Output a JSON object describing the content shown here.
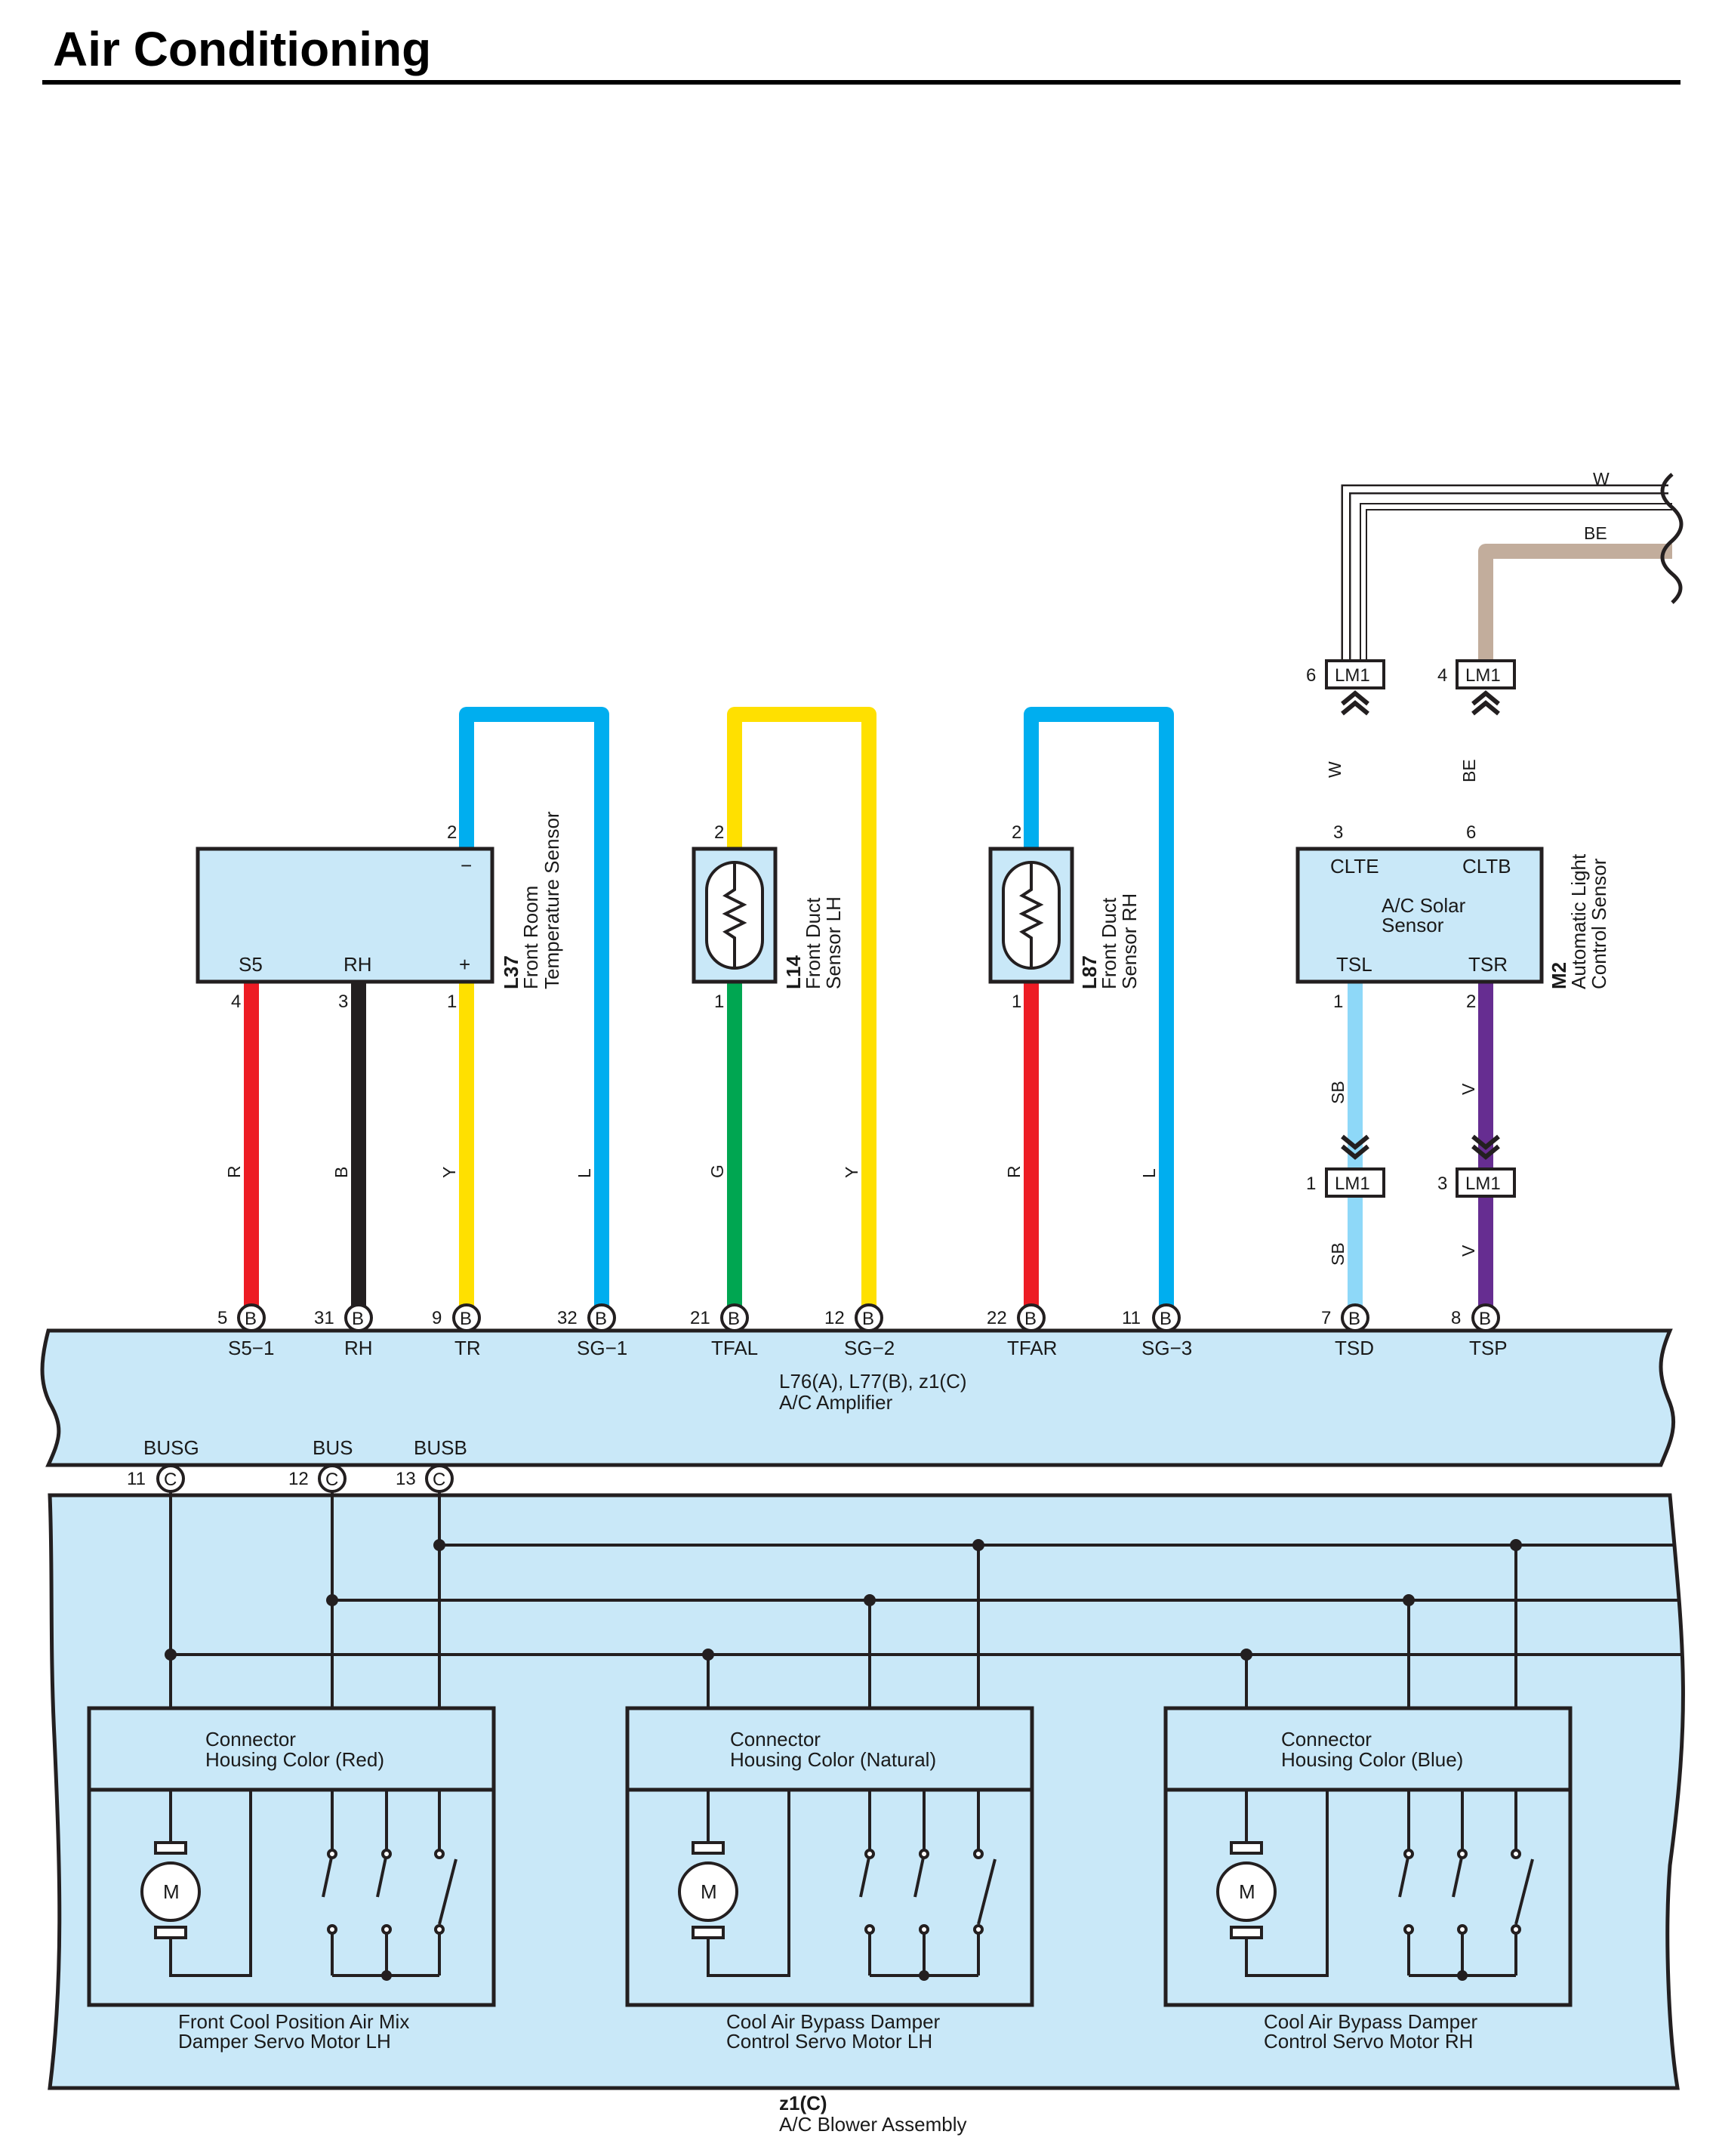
{
  "title": "Air Conditioning",
  "colors": {
    "R": "#ed1c24",
    "B": "#231f20",
    "Y": "#ffe000",
    "L": "#00aeef",
    "G": "#00a651",
    "SB": "#8ed8f8",
    "V": "#662d91",
    "BE": "#c2ad9c",
    "W": "#ffffff",
    "housing": "#c9e8f8",
    "line": "#231f20"
  },
  "sensors": {
    "s37": {
      "code": "L37",
      "name1": "Front Room",
      "name2": "Temperature Sensor",
      "pin_minus": "−",
      "pin_plus": "+",
      "t_s5": "S5",
      "t_rh": "RH",
      "p_s5": "4",
      "p_rh": "3",
      "p_plus": "1",
      "p_minus": "2"
    },
    "s14": {
      "code": "L14",
      "name1": "Front Duct",
      "name2": "Sensor LH",
      "p_top": "2",
      "p_bot": "1"
    },
    "s87": {
      "code": "L87",
      "name1": "Front Duct",
      "name2": "Sensor RH",
      "p_top": "2",
      "p_bot": "1"
    },
    "m2": {
      "code": "M2",
      "name1": "Automatic Light",
      "name2": "Control Sensor",
      "inner1": "A/C Solar",
      "inner2": "Sensor",
      "t_clte": "CLTE",
      "t_cltb": "CLTB",
      "t_tsl": "TSL",
      "t_tsr": "TSR",
      "p_clte": "3",
      "p_cltb": "6",
      "p_tsl": "1",
      "p_tsr": "2"
    }
  },
  "lm1": [
    {
      "pin": "6",
      "name": "LM1"
    },
    {
      "pin": "4",
      "name": "LM1"
    },
    {
      "pin": "1",
      "name": "LM1"
    },
    {
      "pin": "3",
      "name": "LM1"
    }
  ],
  "offpage": {
    "w": "W",
    "be": "BE"
  },
  "wire_labels": {
    "r1": "R",
    "b1": "B",
    "y1": "Y",
    "l1": "L",
    "g1": "G",
    "y2": "Y",
    "r2": "R",
    "l2": "L",
    "w_up": "W",
    "be_up": "BE",
    "sb_a": "SB",
    "v_a": "V",
    "sb_b": "SB",
    "v_b": "V"
  },
  "amp_pins": [
    {
      "num": "5",
      "conn": "B",
      "term": "S5−1"
    },
    {
      "num": "31",
      "conn": "B",
      "term": "RH"
    },
    {
      "num": "9",
      "conn": "B",
      "term": "TR"
    },
    {
      "num": "32",
      "conn": "B",
      "term": "SG−1"
    },
    {
      "num": "21",
      "conn": "B",
      "term": "TFAL"
    },
    {
      "num": "12",
      "conn": "B",
      "term": "SG−2"
    },
    {
      "num": "22",
      "conn": "B",
      "term": "TFAR"
    },
    {
      "num": "11",
      "conn": "B",
      "term": "SG−3"
    },
    {
      "num": "7",
      "conn": "B",
      "term": "TSD"
    },
    {
      "num": "8",
      "conn": "B",
      "term": "TSP"
    }
  ],
  "amplifier": {
    "codes": "L76(A), L77(B), z1(C)",
    "name": "A/C Amplifier"
  },
  "bus_pins": [
    {
      "num": "11",
      "conn": "C",
      "term": "BUSG"
    },
    {
      "num": "12",
      "conn": "C",
      "term": "BUS"
    },
    {
      "num": "13",
      "conn": "C",
      "term": "BUSB"
    }
  ],
  "motors": [
    {
      "header1": "Connector",
      "header2": "Housing Color (Red)",
      "motor": "M",
      "name1": "Front Cool Position Air Mix",
      "name2": "Damper Servo Motor LH"
    },
    {
      "header1": "Connector",
      "header2": "Housing Color (Natural)",
      "motor": "M",
      "name1": "Cool Air Bypass Damper",
      "name2": "Control Servo Motor LH"
    },
    {
      "header1": "Connector",
      "header2": "Housing Color (Blue)",
      "motor": "M",
      "name1": "Cool Air Bypass Damper",
      "name2": "Control Servo Motor RH"
    }
  ],
  "blower": {
    "code": "z1(C)",
    "name": "A/C Blower Assembly"
  }
}
